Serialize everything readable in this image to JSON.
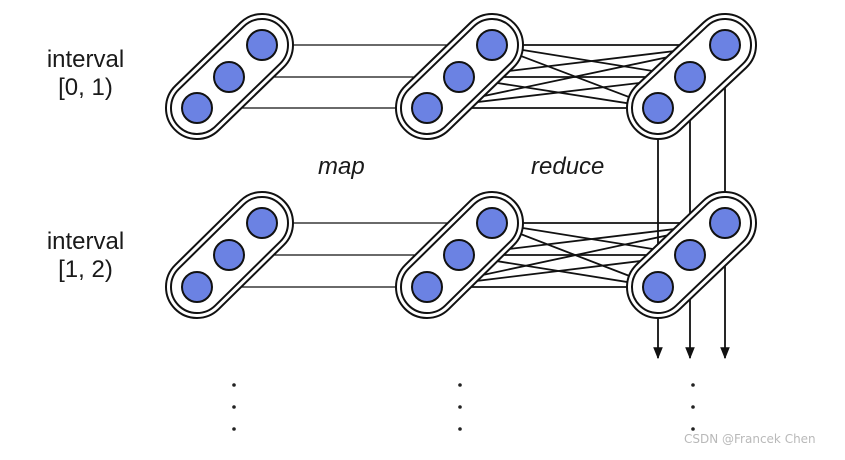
{
  "labels": {
    "interval_top_word": "interval",
    "interval_top_range": "[0, 1)",
    "interval_bottom_word": "interval",
    "interval_bottom_range": "[1, 2)",
    "map": "map",
    "reduce": "reduce"
  },
  "watermark": "CSDN @Francek  Chen",
  "colors": {
    "node_fill": "#6b82e3",
    "stroke": "#111111",
    "background": "#ffffff"
  }
}
